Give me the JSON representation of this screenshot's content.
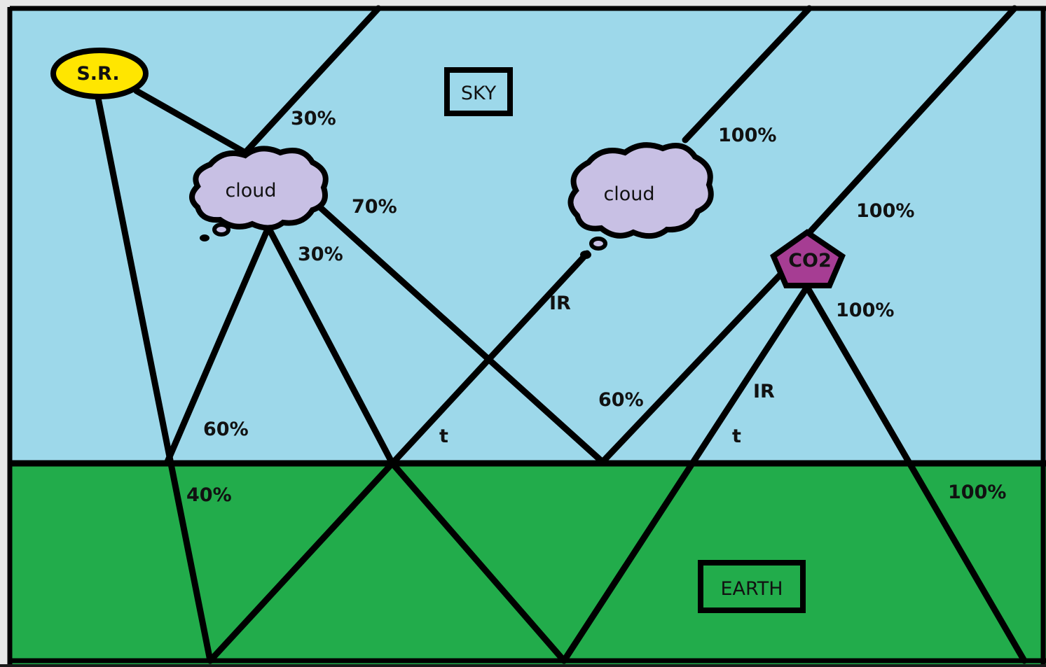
{
  "colors": {
    "sky": "#9dd8ea",
    "earth": "#22ac4b",
    "frame": "#e6e6e6",
    "line": "#000000",
    "sun": "#ffe600",
    "cloud": "#c8c0e4",
    "co2": "#a63d93"
  },
  "regions": {
    "sky_label": "SKY",
    "earth_label": "EARTH"
  },
  "nodes": {
    "sun": "S.R.",
    "cloud_left": "cloud",
    "cloud_right": "cloud",
    "co2": "CO2"
  },
  "labels": {
    "cloud_reflect_pct": "30%",
    "cloud_absorb_pct": "70%",
    "cloud_down_pct": "30%",
    "down_60_pct": "60%",
    "earth_40_pct": "40%",
    "ir_cloud": "IR",
    "t_left": "t",
    "reflect_60_pct": "60%",
    "ir_co2": "IR",
    "t_right": "t",
    "cloud_right_pct": "100%",
    "co2_up_pct": "100%",
    "co2_down_pct": "100%",
    "earth_100_pct": "100%"
  }
}
